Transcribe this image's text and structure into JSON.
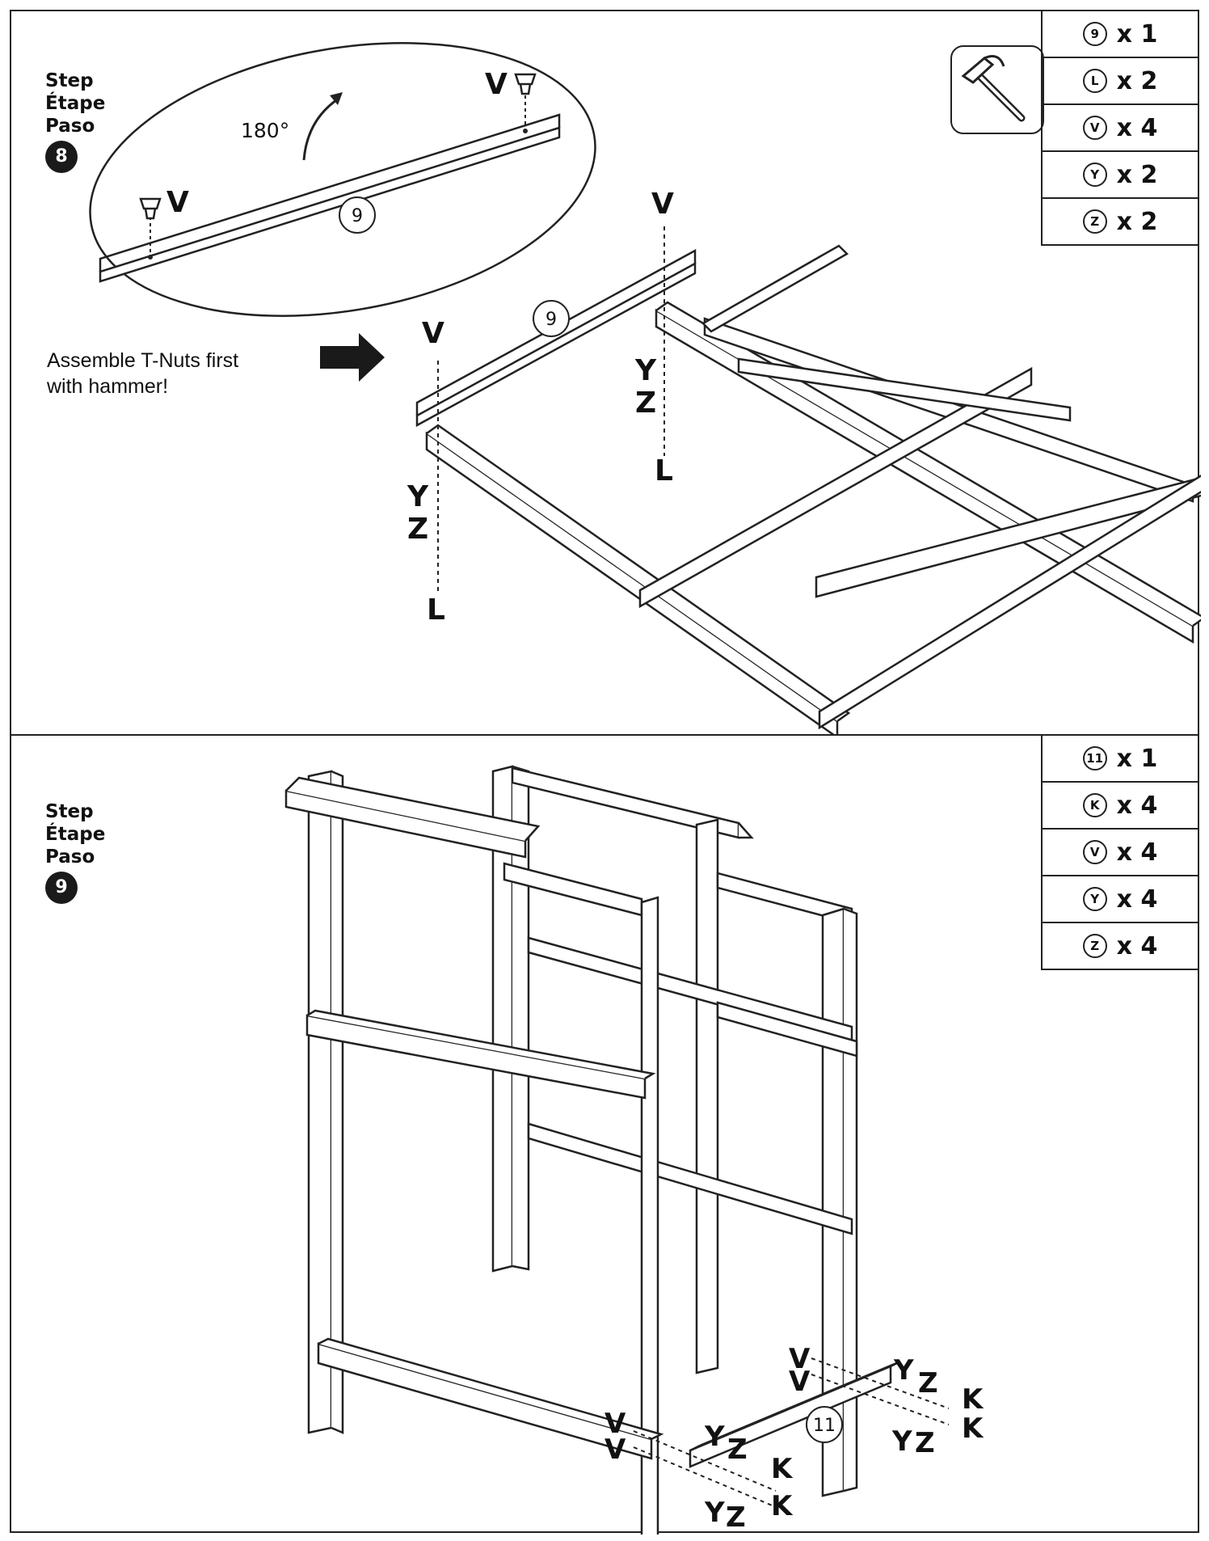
{
  "step8": {
    "heading": [
      "Step",
      "Étape",
      "Paso"
    ],
    "number": "8",
    "rotation_label": "180°",
    "instruction_line1": "Assemble T-Nuts first",
    "instruction_line2": "with hammer!",
    "tool_icon": "hammer-icon",
    "parts": [
      {
        "id": "9",
        "qty": "x 1"
      },
      {
        "id": "L",
        "qty": "x 2"
      },
      {
        "id": "V",
        "qty": "x 4"
      },
      {
        "id": "Y",
        "qty": "x 2"
      },
      {
        "id": "Z",
        "qty": "x 2"
      }
    ],
    "callouts": {
      "v": "V",
      "y": "Y",
      "z": "Z",
      "l": "L",
      "part": "9"
    }
  },
  "step9": {
    "heading": [
      "Step",
      "Étape",
      "Paso"
    ],
    "number": "9",
    "parts": [
      {
        "id": "11",
        "qty": "x 1"
      },
      {
        "id": "K",
        "qty": "x 4"
      },
      {
        "id": "V",
        "qty": "x 4"
      },
      {
        "id": "Y",
        "qty": "x 4"
      },
      {
        "id": "Z",
        "qty": "x 4"
      }
    ],
    "callouts": {
      "v": "V",
      "y": "Y",
      "z": "Z",
      "k": "K",
      "part": "11"
    }
  }
}
